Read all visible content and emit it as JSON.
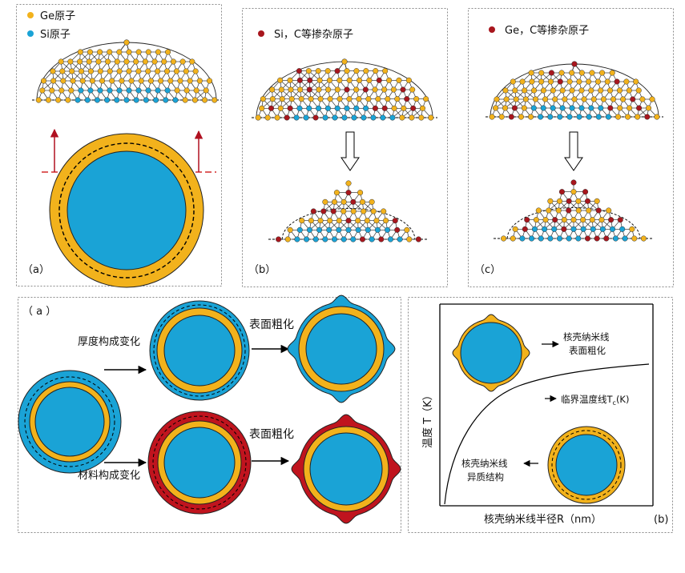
{
  "colors": {
    "ge": "#F2B21C",
    "si": "#1AA3D6",
    "dopant": "#A8161D",
    "frame": "#8a8a8a",
    "guide": "#D42A2A"
  },
  "top": {
    "panel_a": {
      "label": "（a）",
      "legend": [
        {
          "text": "Ge原子",
          "color_key": "ge"
        },
        {
          "text": "Si原子",
          "color_key": "si"
        }
      ]
    },
    "panel_b": {
      "label": "（b）",
      "legend": [
        {
          "text": "Si，C等掺杂原子",
          "color_key": "dopant"
        }
      ]
    },
    "panel_c": {
      "label": "（c）",
      "legend": [
        {
          "text": "Ge，C等掺杂原子",
          "color_key": "dopant"
        }
      ]
    }
  },
  "bottom_a": {
    "label": "（ a ）",
    "thickness_change": "厚度构成变化",
    "material_change": "材料构成变化",
    "roughening_top": "表面粗化",
    "roughening_bottom": "表面粗化"
  },
  "bottom_b": {
    "label": "(b)",
    "y_axis": "温度 T（K）",
    "x_axis": "核壳纳米线半径R（nm）",
    "top_label_1": "核壳纳米线",
    "top_label_2": "表面粗化",
    "critical_label": "临界温度线",
    "critical_unit": "(K)",
    "critical_sub": "c",
    "critical_T": "T",
    "lower_label_1": "核壳纳米线",
    "lower_label_2": "异质结构"
  }
}
